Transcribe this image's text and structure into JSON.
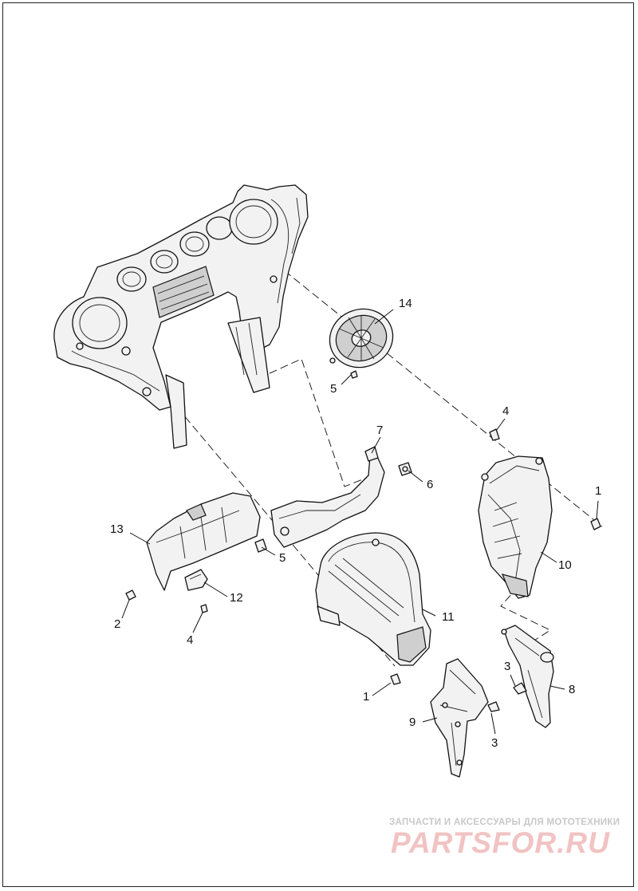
{
  "diagram": {
    "callouts": {
      "c1a": "1",
      "c1b": "1",
      "c2": "2",
      "c3a": "3",
      "c3b": "3",
      "c4a": "4",
      "c4b": "4",
      "c5a": "5",
      "c5b": "5",
      "c6": "6",
      "c7": "7",
      "c8": "8",
      "c9": "9",
      "c10": "10",
      "c11": "11",
      "c12": "12",
      "c13": "13",
      "c14": "14"
    }
  },
  "watermark": {
    "tagline": "ЗАПЧАСТИ И АКСЕССУАРЫ ДЛЯ МОТОТЕХНИКИ",
    "logo": "PARTSFOR.RU"
  }
}
